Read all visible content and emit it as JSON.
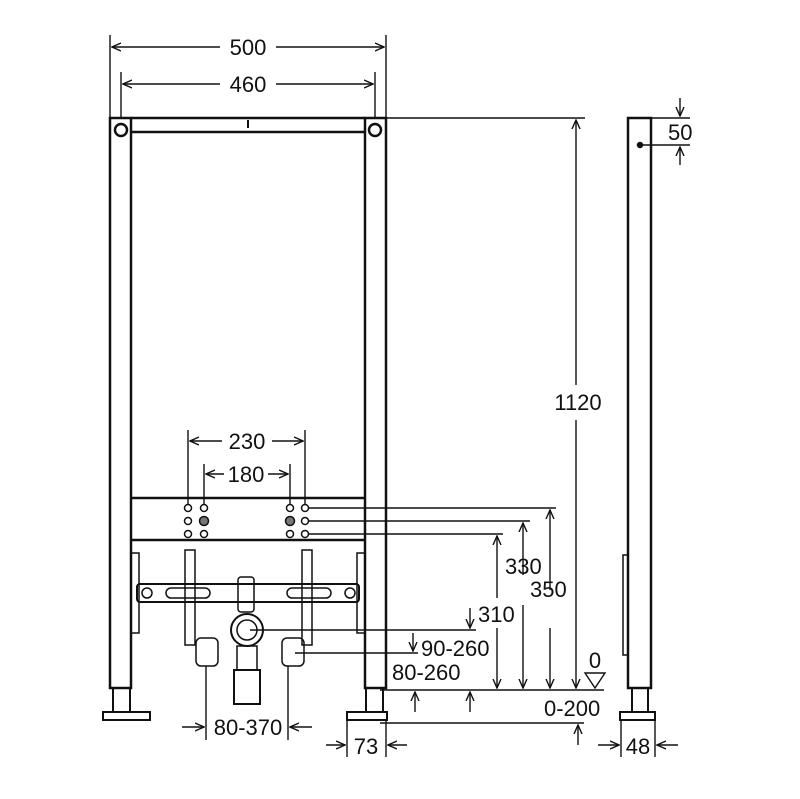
{
  "title": "Bidet installation frame dimension drawing",
  "colors": {
    "line": "#111111",
    "background": "#ffffff"
  },
  "dimensions": {
    "overall_width": "500",
    "post_spacing": "460",
    "height": "1120",
    "top_offset": "50",
    "outer_supply": "230",
    "inner_supply": "180",
    "height_350": "350",
    "height_330": "330",
    "height_310": "310",
    "drain_height": "90-260",
    "bracket_height": "80-260",
    "bracket_spacing": "80-370",
    "floor_level": "0",
    "foot_adjust": "0-200",
    "foot_offset": "73",
    "depth": "48"
  }
}
